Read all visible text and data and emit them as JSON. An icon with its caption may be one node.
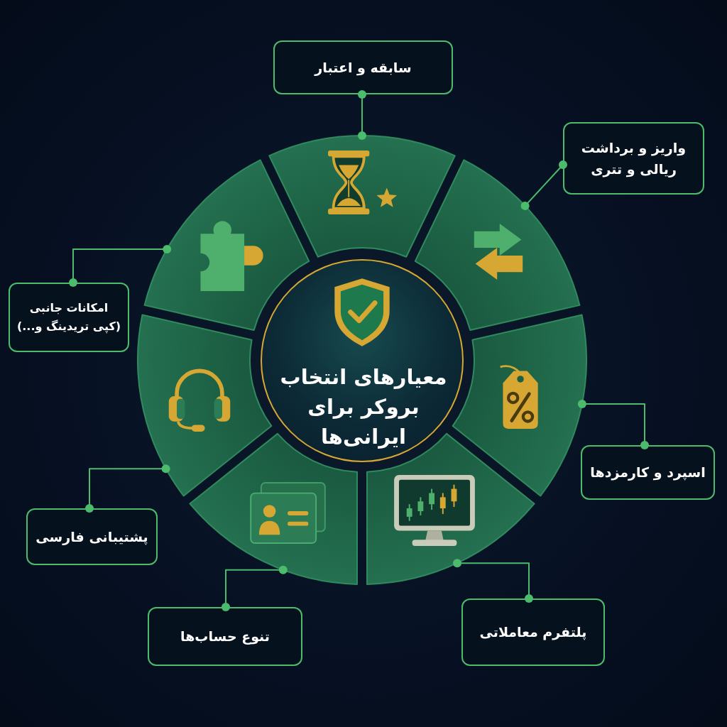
{
  "diagram": {
    "nodes": [
      {
        "text": [
          "معیارهای انتخاب بروکر برای ایرانی‌ها"
        ]
      },
      {
        "text": [
          "سابقه و اعتبار"
        ]
      },
      {
        "text": [
          "واریز و برداشت ریالی و تتری"
        ]
      },
      {
        "text": [
          "اسپرد و کارمزدها"
        ]
      },
      {
        "text": [
          "پلتفرم معاملاتی"
        ]
      },
      {
        "text": [
          "تنوع حساب‌ها"
        ]
      },
      {
        "text": [
          "پشتیبانی فارسی"
        ]
      },
      {
        "text": [
          "امکانات جانبی (کپی تریدینگ و...)"
        ]
      },
      {
        "text": [],
        "shape": "sector"
      },
      {
        "text": [],
        "shape": "sector"
      },
      {
        "text": [],
        "shape": "sector"
      },
      {
        "text": [],
        "shape": "sector"
      },
      {
        "text": [],
        "shape": "sector"
      },
      {
        "text": [],
        "shape": "sector"
      },
      {
        "text": [],
        "shape": "sector"
      }
    ],
    "edges": [
      {
        "from": 1,
        "to": 8,
        "arrow": "other"
      },
      {
        "from": 2,
        "to": 9,
        "arrow": "other"
      },
      {
        "from": 3,
        "to": 10,
        "arrow": "other"
      },
      {
        "from": 4,
        "to": 11,
        "arrow": "other"
      },
      {
        "from": 5,
        "to": 12,
        "arrow": "other"
      },
      {
        "from": 6,
        "to": 13,
        "arrow": "other"
      },
      {
        "from": 7,
        "to": 14,
        "arrow": "other"
      }
    ]
  }
}
